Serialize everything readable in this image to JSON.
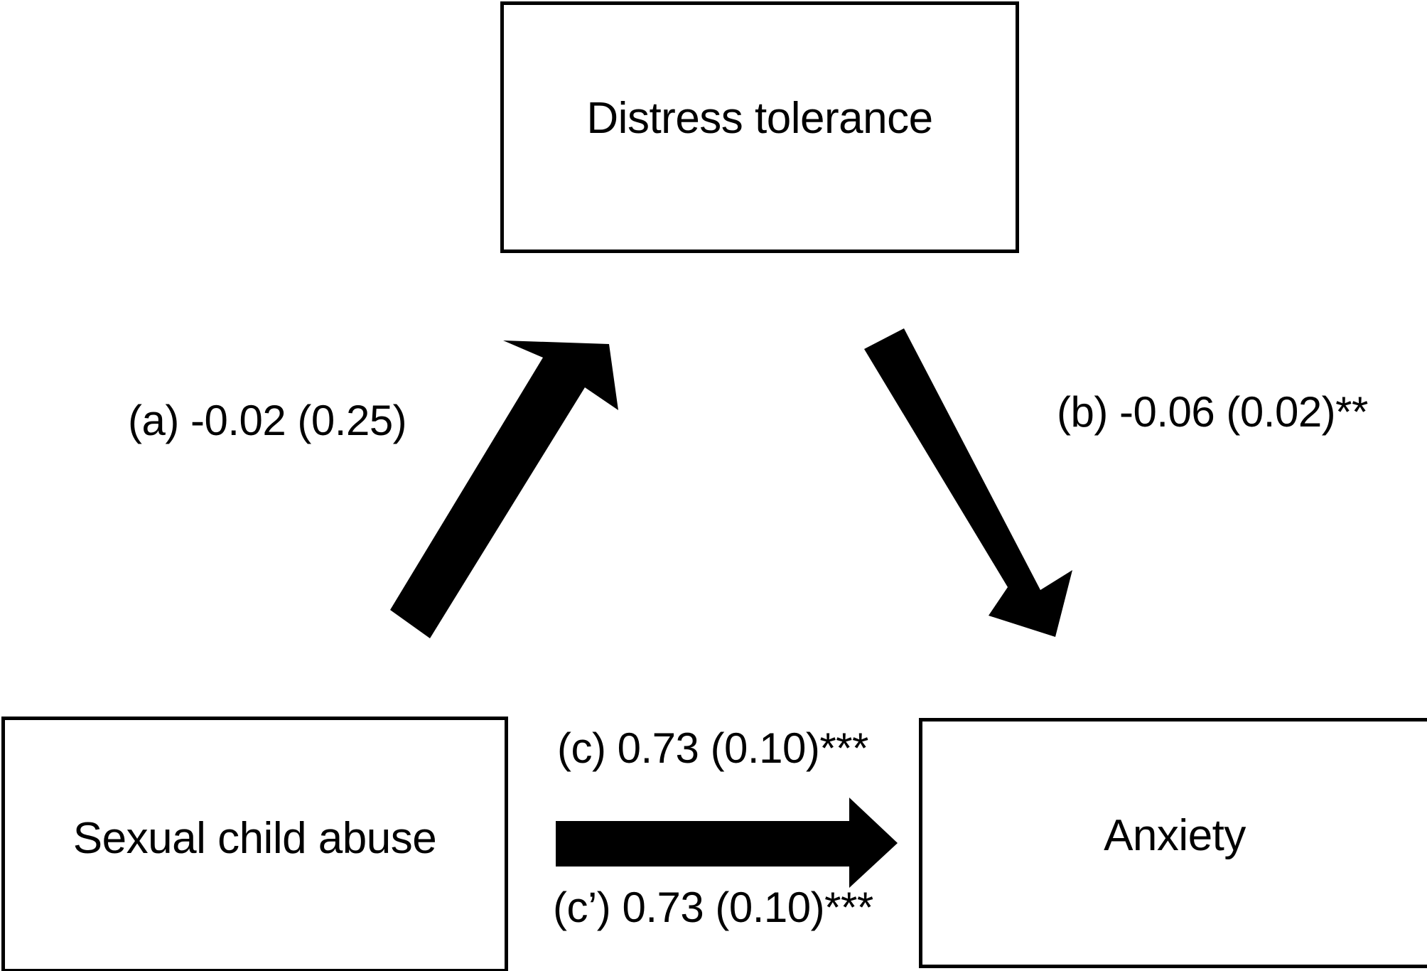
{
  "figure": {
    "type": "mediation-path-diagram",
    "background_color": "#ffffff",
    "stroke_color": "#000000"
  },
  "nodes": {
    "mediator": {
      "label": "Distress tolerance",
      "role": "mediator",
      "position": "top-center"
    },
    "predictor": {
      "label": "Sexual child abuse",
      "role": "independent-variable",
      "position": "bottom-left"
    },
    "outcome": {
      "label": "Anxiety",
      "role": "dependent-variable",
      "position": "bottom-right"
    }
  },
  "paths": {
    "a": {
      "label": "(a) -0.02 (0.25)",
      "path_name": "a",
      "coefficient": "-0.02",
      "standard_error": "0.25",
      "significance": "",
      "from": "Sexual child abuse",
      "to": "Distress tolerance",
      "direction": "up-right"
    },
    "b": {
      "label": "(b) -0.06 (0.02)**",
      "path_name": "b",
      "coefficient": "-0.06",
      "standard_error": "0.02",
      "significance": "**",
      "from": "Distress tolerance",
      "to": "Anxiety",
      "direction": "down-right"
    },
    "c": {
      "label": "(c) 0.73 (0.10)***",
      "path_name": "c",
      "coefficient": "0.73",
      "standard_error": "0.10",
      "significance": "***",
      "from": "Sexual child abuse",
      "to": "Anxiety",
      "direction": "right"
    },
    "c_prime": {
      "label": "(c’) 0.73 (0.10)***",
      "path_name": "c’",
      "coefficient": "0.73",
      "standard_error": "0.10",
      "significance": "***",
      "from": "Sexual child abuse",
      "to": "Anxiety",
      "direction": "right"
    }
  },
  "chart_data": {
    "type": "diagram",
    "title": "",
    "nodes": [
      "Sexual child abuse",
      "Distress tolerance",
      "Anxiety"
    ],
    "edges": [
      {
        "path": "a",
        "source": "Sexual child abuse",
        "target": "Distress tolerance",
        "estimate": -0.02,
        "se": 0.25,
        "stars": ""
      },
      {
        "path": "b",
        "source": "Distress tolerance",
        "target": "Anxiety",
        "estimate": -0.06,
        "se": 0.02,
        "stars": "**"
      },
      {
        "path": "c",
        "source": "Sexual child abuse",
        "target": "Anxiety",
        "estimate": 0.73,
        "se": 0.1,
        "stars": "***"
      },
      {
        "path": "c’",
        "source": "Sexual child abuse",
        "target": "Anxiety",
        "estimate": 0.73,
        "se": 0.1,
        "stars": "***"
      }
    ]
  }
}
